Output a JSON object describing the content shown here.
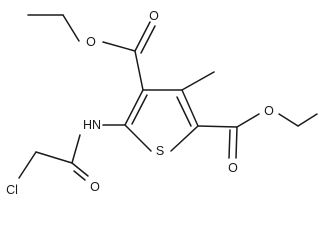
{
  "molecule": {
    "atoms": {
      "o_top_ester_carbonyl": "O",
      "o_top_ester_ether": "O",
      "n_amide": "HN",
      "s_ring": "S",
      "cl": "Cl",
      "o_amide": "O",
      "o_right_ester_carbonyl": "O",
      "o_right_ester_ether": "O"
    }
  },
  "colors": {
    "bond": "#1a1a1a",
    "text": "#1a1a1a",
    "background": "#ffffff"
  }
}
